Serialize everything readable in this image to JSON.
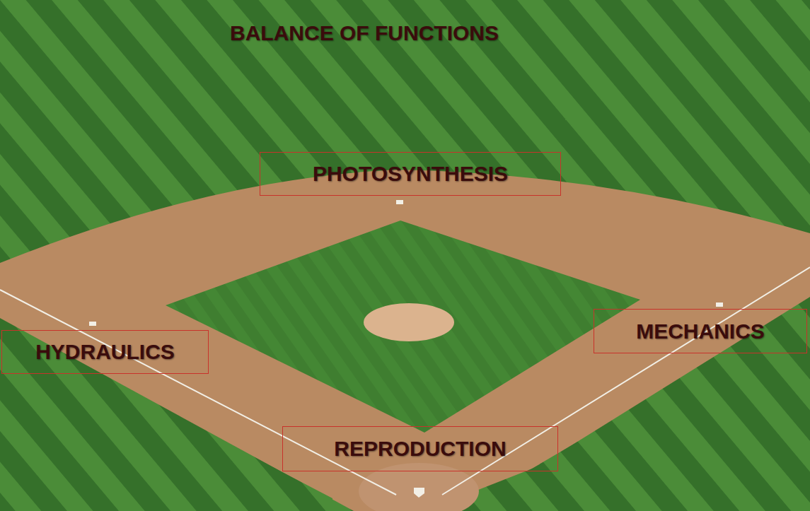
{
  "diagram": {
    "title": "BALANCE OF FUNCTIONS",
    "nodes": [
      {
        "text": [
          "PHOTOSYNTHESIS"
        ]
      },
      {
        "text": [
          "HYDRAULICS"
        ]
      },
      {
        "text": [
          "MECHANICS"
        ]
      },
      {
        "text": [
          "REPRODUCTION"
        ]
      }
    ]
  }
}
